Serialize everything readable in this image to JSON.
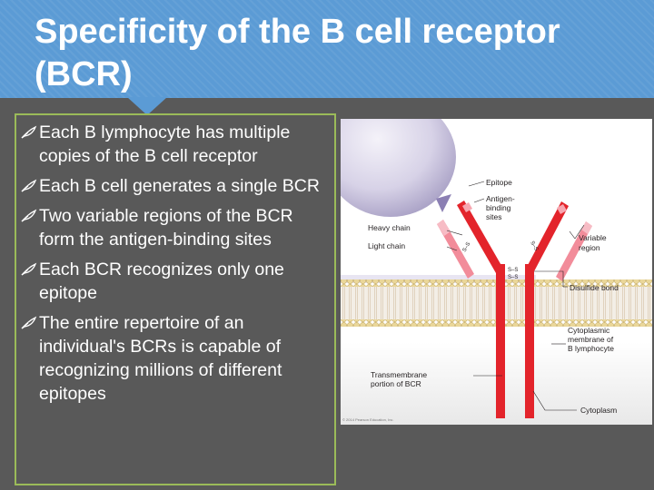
{
  "slide": {
    "title": "Specificity of the B cell receptor (BCR)",
    "bullets": [
      "Each B lymphocyte has multiple copies of the B cell receptor",
      "Each B cell generates a single BCR",
      "Two variable regions of the BCR form the antigen-binding sites",
      "Each BCR recognizes only one epitope",
      "The entire repertoire of an individual's BCRs is capable of recognizing millions of different epitopes"
    ],
    "bullet_icon": "feather-icon"
  },
  "figure": {
    "labels": {
      "epitope": "Epitope",
      "antigen_binding_1": "Antigen-",
      "antigen_binding_2": "binding",
      "antigen_binding_3": "sites",
      "heavy_chain": "Heavy chain",
      "light_chain": "Light chain",
      "variable_region_1": "Variable",
      "variable_region_2": "region",
      "disulfide_bond": "Disulfide bond",
      "cyto_membrane_1": "Cytoplasmic",
      "cyto_membrane_2": "membrane of",
      "cyto_membrane_3": "B lymphocyte",
      "transmembrane_1": "Transmembrane",
      "transmembrane_2": "portion of BCR",
      "cytoplasm": "Cytoplasm",
      "ss": "S–S",
      "copyright": "© 2014 Pearson Education, Inc."
    },
    "colors": {
      "heavy_chain": "#e3242b",
      "light_chain": "#f28c9a",
      "antigen": "#c9c3dd",
      "membrane_head": "#ead79a",
      "header": "#5b9bd5",
      "border": "#9bbb59"
    }
  }
}
